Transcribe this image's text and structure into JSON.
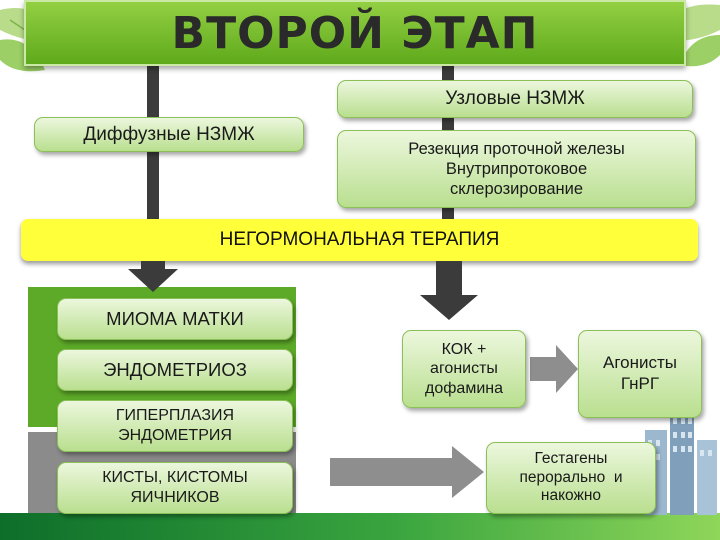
{
  "title": "ВТОРОЙ ЭТАП",
  "diffuse": {
    "label": "Диффузные НЗМЖ"
  },
  "nodular": {
    "label": "Узловые НЗМЖ",
    "treatment": [
      "Резекция проточной железы",
      "Внутрипротоковое",
      "склерозирование"
    ]
  },
  "therapy_banner": "НЕГОРМОНАЛЬНАЯ ТЕРАПИЯ",
  "conditions": [
    {
      "lines": [
        "МИОМА МАТКИ"
      ]
    },
    {
      "lines": [
        "ЭНДОМЕТРИОЗ"
      ]
    },
    {
      "lines": [
        "ГИПЕРПЛАЗИЯ",
        "ЭНДОМЕТРИЯ"
      ]
    },
    {
      "lines": [
        "КИСТЫ, КИСТОМЫ",
        "ЯИЧНИКОВ"
      ]
    }
  ],
  "treatments": {
    "kok": [
      "КОК +",
      "агонисты",
      "дофамина"
    ],
    "agonists": [
      "Агонисты",
      "ГнРГ"
    ],
    "gestagens": [
      "Гестагены",
      "перорально  и",
      "накожно"
    ]
  },
  "colors": {
    "title_green": "#7cc135",
    "panel_green": "#5daa28",
    "panel_gray": "#8b8b8b",
    "banner_yellow": "#ffff3a",
    "arrow_dark": "#3b3b3b",
    "arrow_gray": "#8e8e8e"
  }
}
